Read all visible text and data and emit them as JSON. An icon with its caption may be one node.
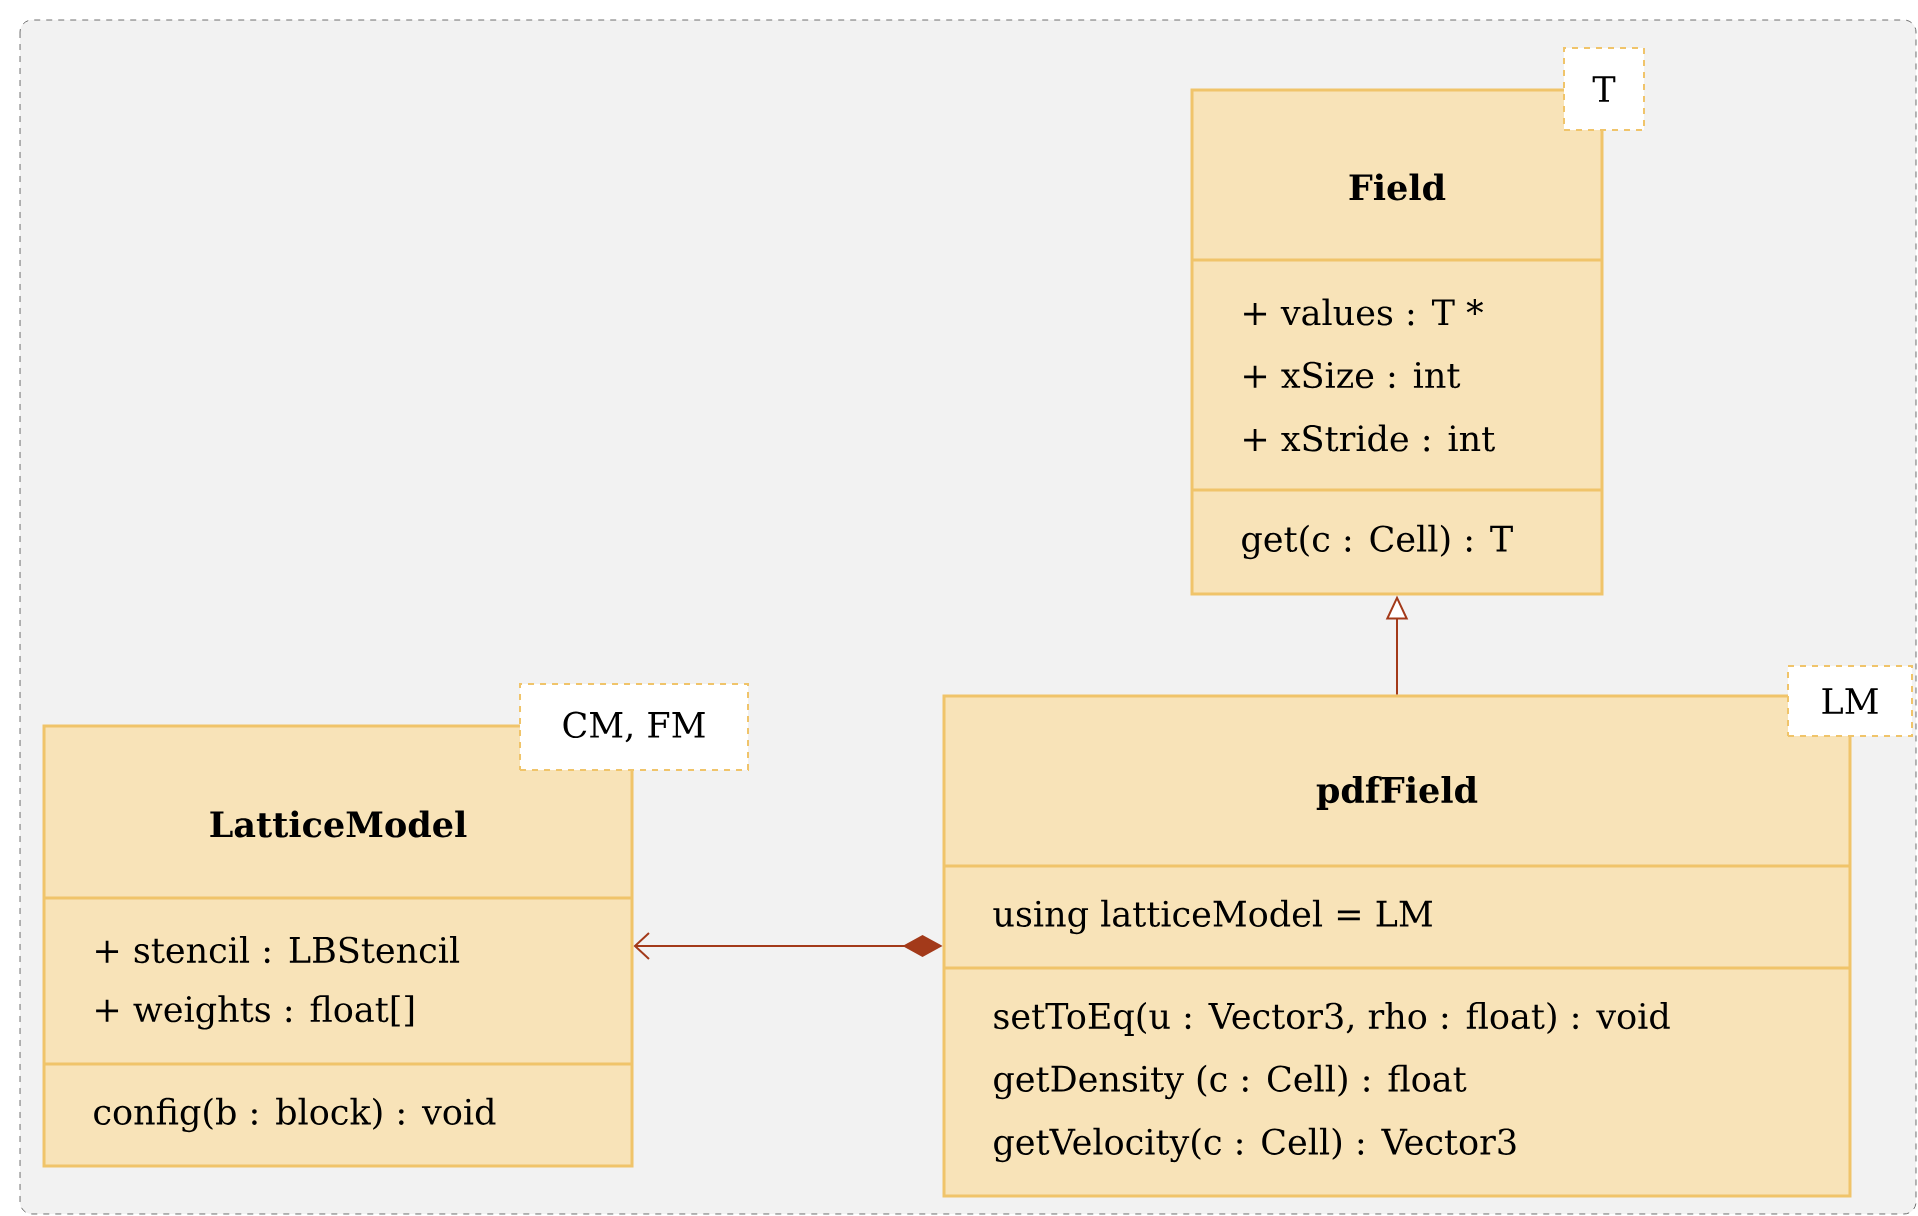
{
  "diagram": {
    "nodes": [
      {
        "text": [
          "Field",
          "+ values : T *",
          "+ xSize : int",
          "+ xStride : int",
          "get(c : Cell) : T"
        ]
      },
      {
        "text": [
          "T"
        ]
      },
      {
        "text": [
          "LatticeModel",
          "+ stencil : LBStencil",
          "+ weights : float[]",
          "config(b : block) : void"
        ]
      },
      {
        "text": [
          "CM, FM"
        ]
      },
      {
        "text": [
          "pdfField",
          "using latticeModel = LM",
          "setToEq(u : Vector3, rho : float) : void",
          "getDensity (c : Cell) : float",
          "getVelocity(c : Cell) : Vector3"
        ]
      },
      {
        "text": [
          "LM"
        ]
      }
    ],
    "edges": [
      {
        "from": 4,
        "to": 0,
        "arrow": "to"
      },
      {
        "from": 4,
        "to": 2,
        "arrow": "to"
      }
    ]
  }
}
